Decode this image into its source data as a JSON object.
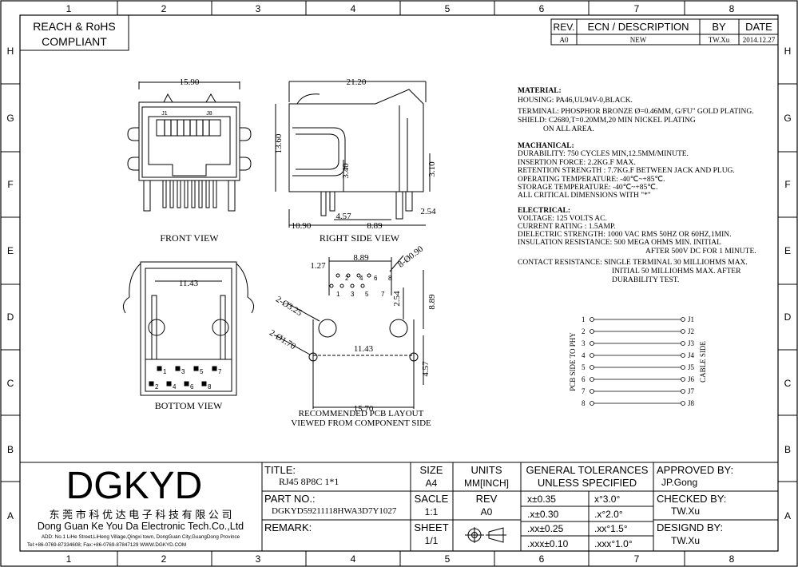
{
  "border": {
    "cols": [
      "1",
      "2",
      "3",
      "4",
      "5",
      "6",
      "7",
      "8"
    ],
    "rows": [
      "H",
      "G",
      "F",
      "E",
      "D",
      "C",
      "B",
      "A"
    ]
  },
  "compliance": {
    "line1": "REACH & RoHS",
    "line2": "COMPLIANT"
  },
  "revision": {
    "headers": {
      "rev": "REV.",
      "ecn": "ECN / DESCRIPTION",
      "by": "BY",
      "date": "DATE"
    },
    "row": {
      "rev": "A0",
      "ecn": "NEW",
      "by": "TW.Xu",
      "date": "2014.12.27"
    }
  },
  "views": {
    "front": {
      "label": "FRONT VIEW",
      "width_dim": "15.90",
      "pin_first": "J1",
      "pin_last": "J8"
    },
    "side": {
      "label": "RIGHT SIDE VIEW",
      "length_dim": "21.20",
      "height_dim": "13.60",
      "d1": "3.40",
      "d2": "3.10",
      "d3": "4.57",
      "d4": "10.90",
      "d5": "8.89",
      "d6": "2.54"
    },
    "bottom": {
      "label": "BOTTOM VIEW",
      "width_dim": "11.43",
      "pins_top": [
        "1",
        "3",
        "5",
        "7"
      ],
      "pins_bottom": [
        "2",
        "4",
        "6",
        "8"
      ]
    },
    "pcb": {
      "label1": "RECOMMENDED PCB LAYOUT",
      "label2": "VIEWED FROM COMPONENT SIDE",
      "d_pitch": "1.27",
      "d_span": "8.89",
      "d_hole": "8-Ø0.90",
      "d_large": "2-Ø3.25",
      "d_small": "2-Ø1.70",
      "d_row": "2.54",
      "d_height": "8.89",
      "d_post": "11.43",
      "d_off": "4.57",
      "d_width": "15.70",
      "pins_top": [
        "2",
        "4",
        "6",
        "8"
      ],
      "pins_bottom": [
        "1",
        "3",
        "5",
        "7"
      ]
    }
  },
  "notes": {
    "material_title": "MATERIAL:",
    "material": [
      "HOUSING: PA46,UL94V-0,BLACK.",
      "TERMINAL: PHOSPHOR BRONZE Ø=0.46MM, G/FU\" GOLD PLATING.",
      "SHIELD: C2680,T=0.20MM,20 MIN NICKEL PLATING",
      "            ON ALL AREA."
    ],
    "mech_title": "MACHANICAL:",
    "mech": [
      "DURABILITY: 750 CYCLES MIN,12.5MM/MINUTE.",
      " INSERTION FORCE: 2.2KG.F MAX.",
      " RETENTION STRENGTH : 7.7KG.F BETWEEN JACK AND PLUG.",
      " OPERATING TEMPERATURE: -40℃~+85℃.",
      " STORAGE TEMPERATURE: -40℃~+85℃.",
      "ALL CRITICAL DIMENSIONS WITH \"*\""
    ],
    "elec_title": "ELECTRICAL:",
    "elec": [
      "VOLTAGE: 125 VOLTS AC.",
      "CURRENT RATING : 1.5AMP.",
      "DIELECTRIC STRENGTH: 1000 VAC RMS 50HZ OR 60HZ,1MIN.",
      "INSULATION RESISTANCE: 500 MEGA OHMS MIN. INITIAL",
      "                                            AFTER 500V DC FOR 1 MINUTE.",
      "CONTACT RESISTANCE: SINGLE TERMINAL 30 MILLIOHMS MAX.",
      "                               INITIAL 50 MILLIOHMS MAX. AFTER",
      "                               DURABILITY TEST."
    ]
  },
  "schematic": {
    "left_pins": [
      "1",
      "2",
      "3",
      "4",
      "5",
      "6",
      "7",
      "8"
    ],
    "right_pins": [
      "J1",
      "J2",
      "J3",
      "J4",
      "J5",
      "J6",
      "J7",
      "J8"
    ],
    "left_label": "PCB SIDE TO PHY",
    "right_label": "CABLE SIDE"
  },
  "title_block": {
    "logo": "DGKYD",
    "company_cn": "东 莞 市 科 优 达 电 子 科 技 有 限 公 司",
    "company_en": "Dong Guan Ke You Da Electronic Tech.Co.,Ltd",
    "address": "ADD: No.1 LiHe Street,LiHeng Village,Qingxi town, DongGuan City,GuangDong Province",
    "contact": "Tel:+86-0769-87334608; Fax:+86-0769-87847129  WWW.DGKYD.COM",
    "title_label": "TITLE:",
    "title_value": "RJ45 8P8C 1*1",
    "part_label": "PART NO.:",
    "part_value": "DGKYD59211118HWA3D7Y1027",
    "remark_label": "REMARK:",
    "size_label": "SIZE",
    "size_value": "A4",
    "scale_label": "SACLE",
    "scale_value": "1:1",
    "sheet_label": "SHEET",
    "sheet_value": "1/1",
    "units_label": "UNITS",
    "units_value": "MM[INCH]",
    "rev_label": "REV",
    "rev_value": "A0",
    "tol_line1": "GENERAL TOLERANCES",
    "tol_line2": "UNLESS SPECIFIED",
    "tol": [
      [
        "x±0.35",
        "x°3.0°"
      ],
      [
        ".x±0.30",
        ".x°2.0°"
      ],
      [
        ".xx±0.25",
        ".xx°1.5°"
      ],
      [
        ".xxx±0.10",
        ".xxx°1.0°"
      ]
    ],
    "approved_label": "APPROVED BY:",
    "approved_value": "JP.Gong",
    "checked_label": "CHECKED BY:",
    "checked_value": "TW.Xu",
    "designed_label": "DESIGND BY:",
    "designed_value": "TW.Xu"
  }
}
